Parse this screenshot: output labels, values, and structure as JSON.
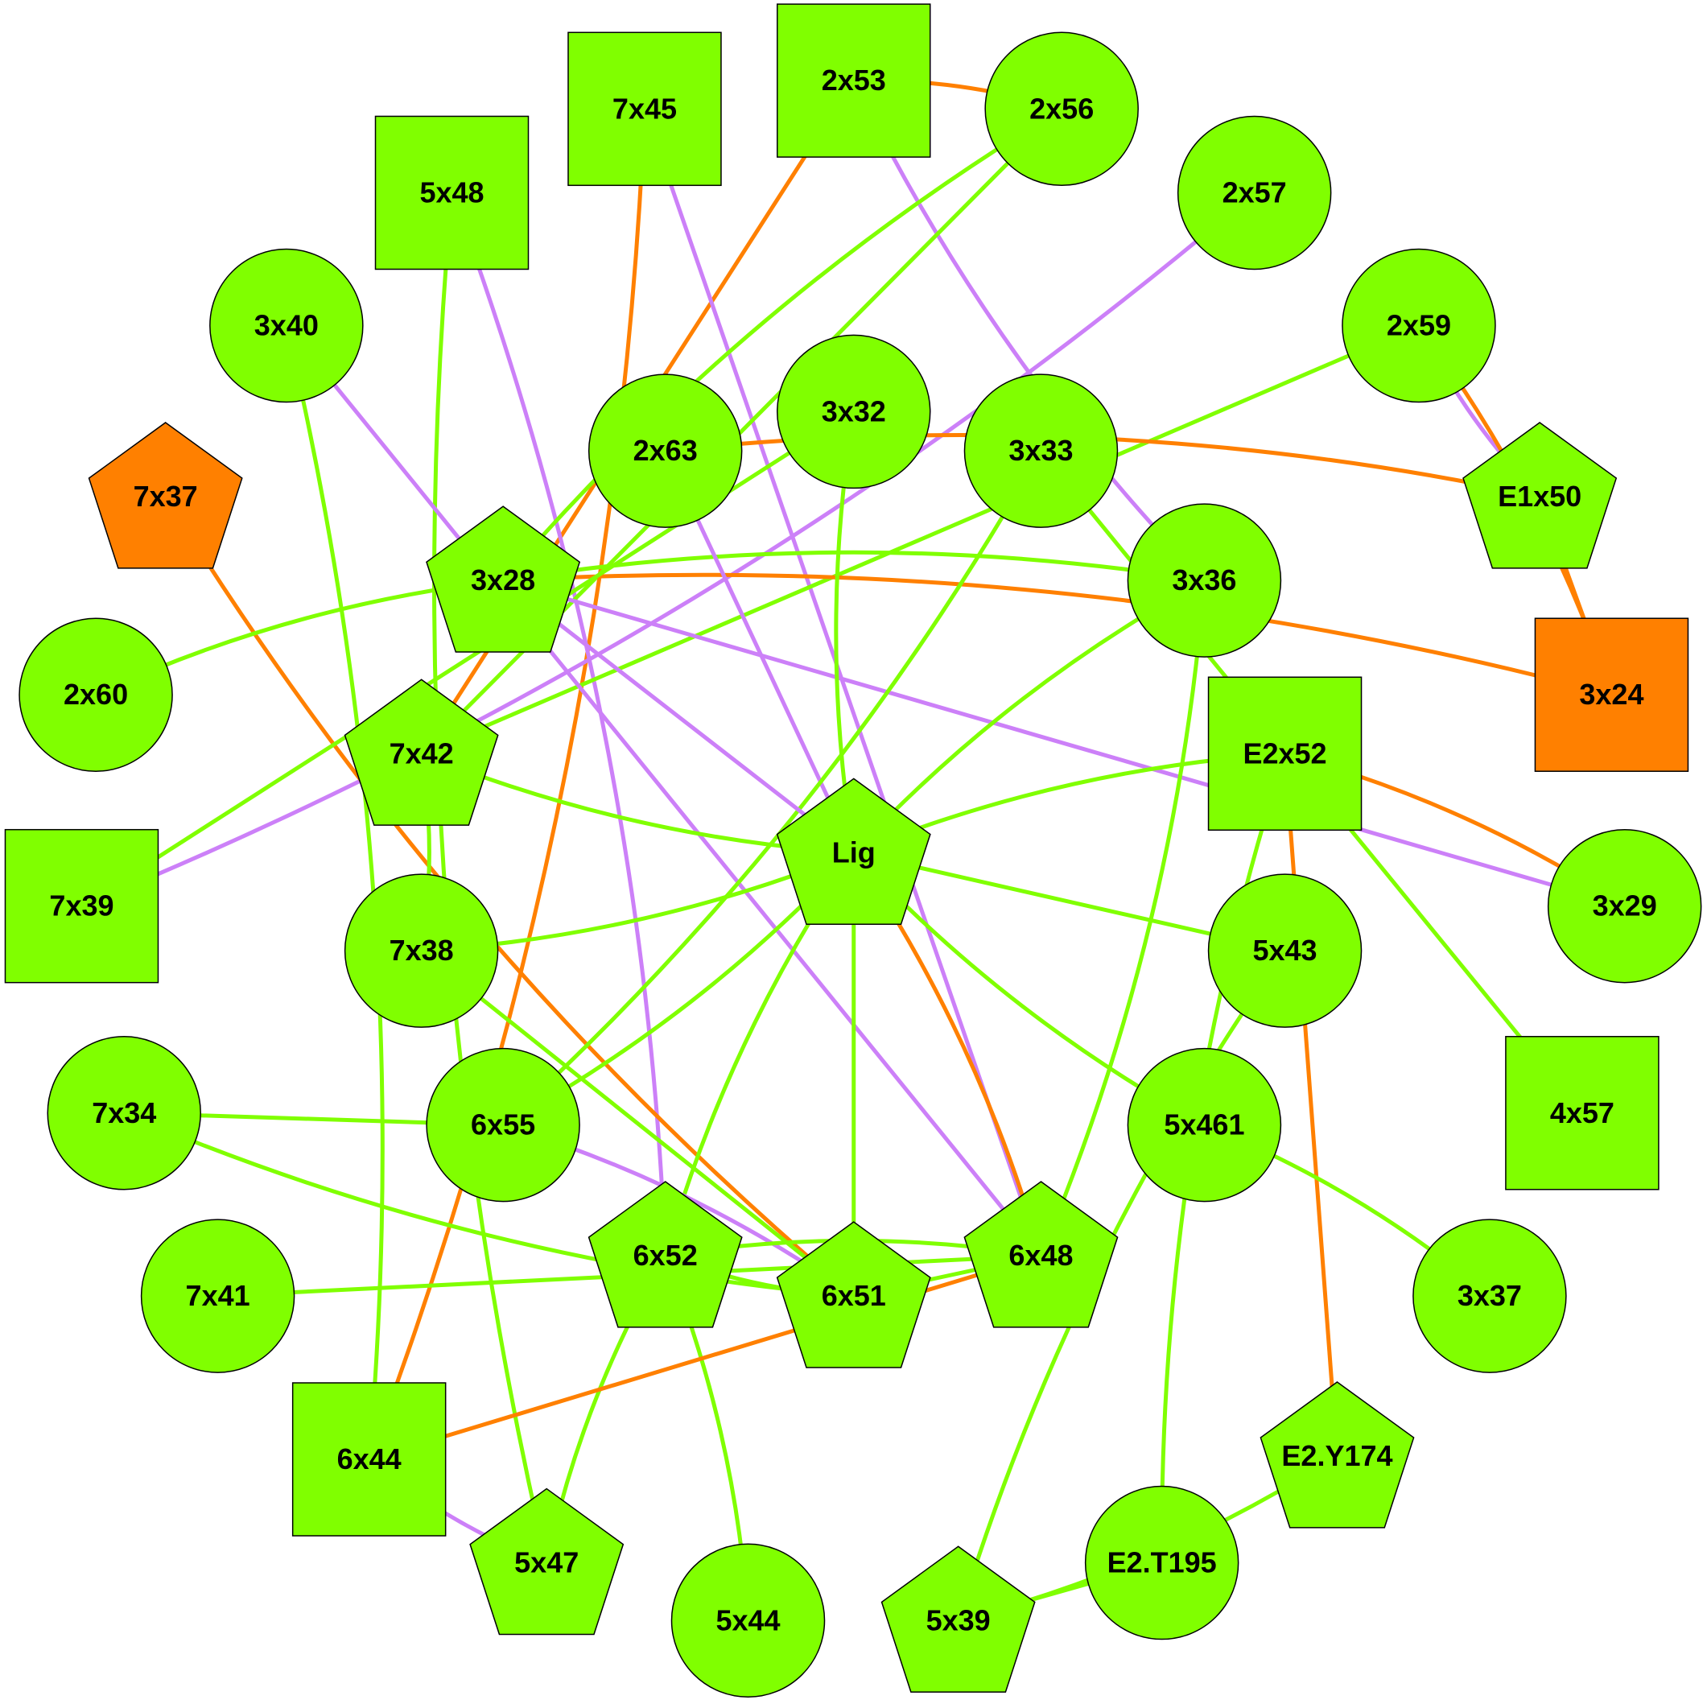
{
  "chart_data": {
    "type": "network",
    "title": "",
    "colors": {
      "node_default": "#80FF00",
      "node_highlight": "#FF8000",
      "edge_green": "#80FF00",
      "edge_orange": "#FF8000",
      "edge_purple": "#CC80F8"
    },
    "nodes": [
      {
        "id": "Lig",
        "shape": "pentagon",
        "color": "green"
      },
      {
        "id": "2x53",
        "shape": "square",
        "color": "green"
      },
      {
        "id": "7x45",
        "shape": "square",
        "color": "green"
      },
      {
        "id": "5x48",
        "shape": "square",
        "color": "green"
      },
      {
        "id": "2x56",
        "shape": "circle",
        "color": "green"
      },
      {
        "id": "2x57",
        "shape": "circle",
        "color": "green"
      },
      {
        "id": "2x59",
        "shape": "circle",
        "color": "green"
      },
      {
        "id": "3x40",
        "shape": "circle",
        "color": "green"
      },
      {
        "id": "3x32",
        "shape": "circle",
        "color": "green"
      },
      {
        "id": "2x63",
        "shape": "circle",
        "color": "green"
      },
      {
        "id": "3x33",
        "shape": "circle",
        "color": "green"
      },
      {
        "id": "E1x50",
        "shape": "pentagon",
        "color": "green"
      },
      {
        "id": "7x37",
        "shape": "pentagon",
        "color": "orange"
      },
      {
        "id": "3x28",
        "shape": "pentagon",
        "color": "green"
      },
      {
        "id": "3x36",
        "shape": "circle",
        "color": "green"
      },
      {
        "id": "2x60",
        "shape": "circle",
        "color": "green"
      },
      {
        "id": "3x24",
        "shape": "square",
        "color": "orange"
      },
      {
        "id": "7x42",
        "shape": "pentagon",
        "color": "green"
      },
      {
        "id": "E2x52",
        "shape": "square",
        "color": "green"
      },
      {
        "id": "7x39",
        "shape": "square",
        "color": "green"
      },
      {
        "id": "3x29",
        "shape": "circle",
        "color": "green"
      },
      {
        "id": "7x38",
        "shape": "circle",
        "color": "green"
      },
      {
        "id": "5x43",
        "shape": "circle",
        "color": "green"
      },
      {
        "id": "4x57",
        "shape": "square",
        "color": "green"
      },
      {
        "id": "7x34",
        "shape": "circle",
        "color": "green"
      },
      {
        "id": "6x55",
        "shape": "circle",
        "color": "green"
      },
      {
        "id": "5x461",
        "shape": "circle",
        "color": "green"
      },
      {
        "id": "6x52",
        "shape": "pentagon",
        "color": "green"
      },
      {
        "id": "6x51",
        "shape": "pentagon",
        "color": "green"
      },
      {
        "id": "6x48",
        "shape": "pentagon",
        "color": "green"
      },
      {
        "id": "7x41",
        "shape": "circle",
        "color": "green"
      },
      {
        "id": "3x37",
        "shape": "circle",
        "color": "green"
      },
      {
        "id": "6x44",
        "shape": "square",
        "color": "green"
      },
      {
        "id": "E2.Y174",
        "shape": "pentagon",
        "color": "green"
      },
      {
        "id": "5x47",
        "shape": "pentagon",
        "color": "green"
      },
      {
        "id": "E2.T195",
        "shape": "circle",
        "color": "green"
      },
      {
        "id": "5x44",
        "shape": "circle",
        "color": "green"
      },
      {
        "id": "5x39",
        "shape": "pentagon",
        "color": "green"
      }
    ],
    "edges": [
      {
        "source": "2x53",
        "target": "2x56",
        "color": "orange"
      },
      {
        "source": "2x53",
        "target": "7x42",
        "color": "orange"
      },
      {
        "source": "2x53",
        "target": "3x36",
        "color": "purple"
      },
      {
        "source": "7x45",
        "target": "6x44",
        "color": "orange"
      },
      {
        "source": "7x45",
        "target": "6x48",
        "color": "purple"
      },
      {
        "source": "5x48",
        "target": "5x47",
        "color": "green"
      },
      {
        "source": "5x48",
        "target": "6x52",
        "color": "purple"
      },
      {
        "source": "2x56",
        "target": "7x42",
        "color": "green"
      },
      {
        "source": "2x56",
        "target": "3x28",
        "color": "green"
      },
      {
        "source": "2x57",
        "target": "7x39",
        "color": "purple"
      },
      {
        "source": "2x59",
        "target": "7x42",
        "color": "green"
      },
      {
        "source": "2x59",
        "target": "E1x50",
        "color": "purple"
      },
      {
        "source": "2x59",
        "target": "3x24",
        "color": "orange"
      },
      {
        "source": "E1x50",
        "target": "3x24",
        "color": "orange"
      },
      {
        "source": "E1x50",
        "target": "2x63",
        "color": "orange"
      },
      {
        "source": "3x40",
        "target": "6x44",
        "color": "green"
      },
      {
        "source": "3x40",
        "target": "6x48",
        "color": "purple"
      },
      {
        "source": "7x37",
        "target": "6x51",
        "color": "orange"
      },
      {
        "source": "3x28",
        "target": "3x24",
        "color": "orange"
      },
      {
        "source": "3x28",
        "target": "3x29",
        "color": "purple"
      },
      {
        "source": "3x28",
        "target": "2x60",
        "color": "green"
      },
      {
        "source": "3x28",
        "target": "3x36",
        "color": "green"
      },
      {
        "source": "2x63",
        "target": "Lig",
        "color": "purple"
      },
      {
        "source": "3x32",
        "target": "Lig",
        "color": "green"
      },
      {
        "source": "3x33",
        "target": "6x55",
        "color": "green"
      },
      {
        "source": "3x33",
        "target": "4x57",
        "color": "green"
      },
      {
        "source": "3x36",
        "target": "Lig",
        "color": "green"
      },
      {
        "source": "3x36",
        "target": "6x48",
        "color": "green"
      },
      {
        "source": "3x32",
        "target": "7x39",
        "color": "green"
      },
      {
        "source": "7x42",
        "target": "Lig",
        "color": "green"
      },
      {
        "source": "7x42",
        "target": "7x38",
        "color": "green"
      },
      {
        "source": "3x28",
        "target": "Lig",
        "color": "purple"
      },
      {
        "source": "E2x52",
        "target": "Lig",
        "color": "green"
      },
      {
        "source": "E2x52",
        "target": "3x29",
        "color": "orange"
      },
      {
        "source": "E2x52",
        "target": "E2.Y174",
        "color": "orange"
      },
      {
        "source": "E2x52",
        "target": "E2.T195",
        "color": "green"
      },
      {
        "source": "Lig",
        "target": "7x38",
        "color": "green"
      },
      {
        "source": "Lig",
        "target": "5x43",
        "color": "green"
      },
      {
        "source": "Lig",
        "target": "5x461",
        "color": "green"
      },
      {
        "source": "Lig",
        "target": "6x48",
        "color": "orange"
      },
      {
        "source": "Lig",
        "target": "6x51",
        "color": "green"
      },
      {
        "source": "Lig",
        "target": "6x52",
        "color": "green"
      },
      {
        "source": "Lig",
        "target": "6x55",
        "color": "green"
      },
      {
        "source": "7x38",
        "target": "6x51",
        "color": "green"
      },
      {
        "source": "5x43",
        "target": "5x39",
        "color": "green"
      },
      {
        "source": "5x461",
        "target": "3x37",
        "color": "green"
      },
      {
        "source": "7x34",
        "target": "6x55",
        "color": "green"
      },
      {
        "source": "7x34",
        "target": "6x51",
        "color": "green"
      },
      {
        "source": "6x55",
        "target": "6x51",
        "color": "purple"
      },
      {
        "source": "7x41",
        "target": "6x48",
        "color": "green"
      },
      {
        "source": "6x52",
        "target": "6x51",
        "color": "green"
      },
      {
        "source": "6x52",
        "target": "6x48",
        "color": "green"
      },
      {
        "source": "6x51",
        "target": "6x48",
        "color": "green"
      },
      {
        "source": "6x52",
        "target": "5x47",
        "color": "green"
      },
      {
        "source": "6x52",
        "target": "5x44",
        "color": "green"
      },
      {
        "source": "6x48",
        "target": "6x44",
        "color": "orange"
      },
      {
        "source": "6x44",
        "target": "5x47",
        "color": "purple"
      },
      {
        "source": "E2.Y174",
        "target": "5x39",
        "color": "green"
      },
      {
        "source": "E2.T195",
        "target": "5x39",
        "color": "green"
      }
    ]
  }
}
